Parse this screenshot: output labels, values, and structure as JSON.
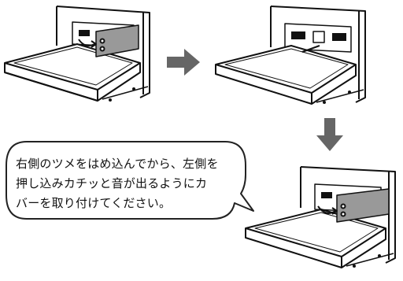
{
  "instruction": {
    "lines": [
      "右側のツメをはめ込んでから、左側を",
      "押し込みカチッと音が出るようにカ",
      "バーを取り付けてください。"
    ]
  },
  "icons": {
    "step_arrow_right": "arrow-right-icon",
    "step_arrow_down": "arrow-down-icon"
  },
  "colors": {
    "arrow": "#666666",
    "cover_panel": "#999999",
    "line": "#111111",
    "callout_border": "#222222"
  }
}
